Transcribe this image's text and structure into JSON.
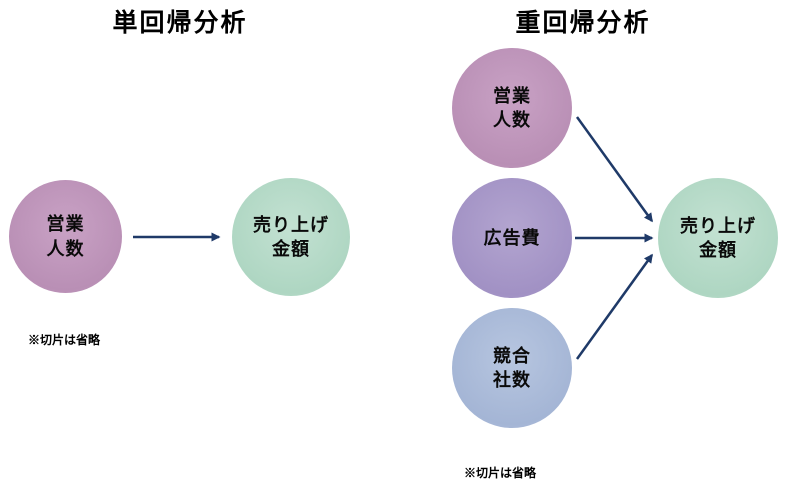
{
  "colors": {
    "arrow": "#1f3a68",
    "node_pink": "#bb92b7",
    "node_purple": "#a494c6",
    "node_blue": "#a7b8d7",
    "node_green": "#b2d8c5",
    "background": "#ffffff",
    "text": "#000000"
  },
  "left_section": {
    "title": "単回帰分析",
    "nodes": {
      "sales_staff": "営業\n人数",
      "sales_amount": "売り上げ\n金額"
    },
    "note": "※切片は省略"
  },
  "right_section": {
    "title": "重回帰分析",
    "nodes": {
      "sales_staff": "営業\n人数",
      "ad_cost": "広告費",
      "competitors": "競合\n社数",
      "sales_amount": "売り上げ\n金額"
    },
    "note": "※切片は省略"
  }
}
